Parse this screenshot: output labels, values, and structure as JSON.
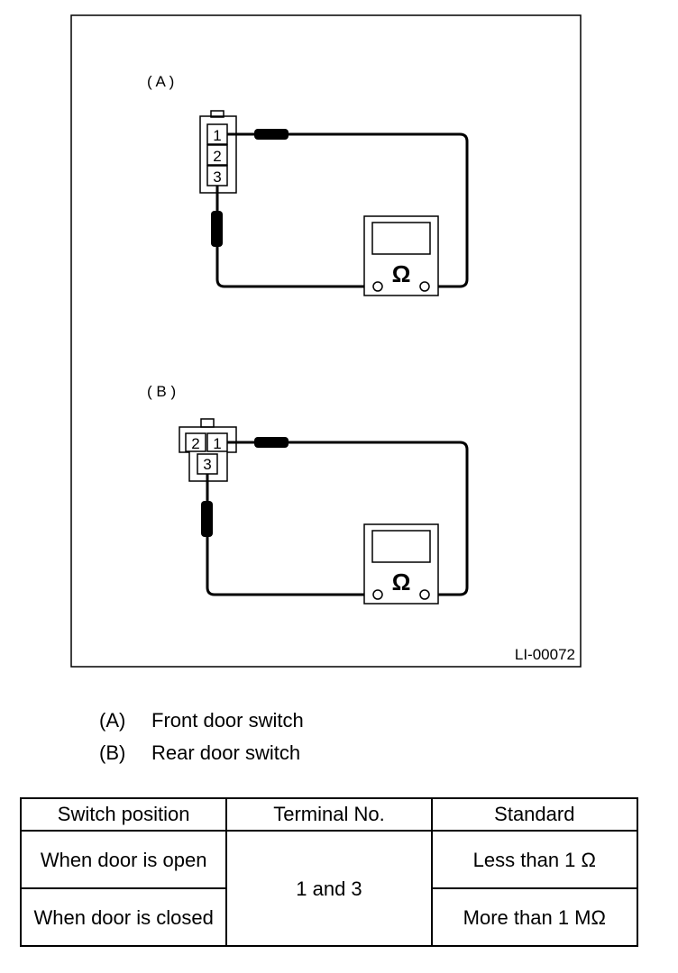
{
  "figure": {
    "label_a": "( A )",
    "label_b": "( B )",
    "code": "LI-00072",
    "connector_a_pins": [
      "1",
      "2",
      "3"
    ],
    "connector_b_pins": [
      "2",
      "1",
      "3"
    ],
    "meter_symbol": "Ω"
  },
  "captions": [
    {
      "key": "(A)",
      "text": "Front door switch"
    },
    {
      "key": "(B)",
      "text": "Rear door switch"
    }
  ],
  "table": {
    "headers": [
      "Switch position",
      "Terminal No.",
      "Standard"
    ],
    "rows": [
      {
        "position": "When door is open",
        "terminal": "1 and 3",
        "standard": "Less than 1 Ω"
      },
      {
        "position": "When door is closed",
        "terminal": "1 and 3",
        "standard": "More than 1 MΩ"
      }
    ]
  }
}
